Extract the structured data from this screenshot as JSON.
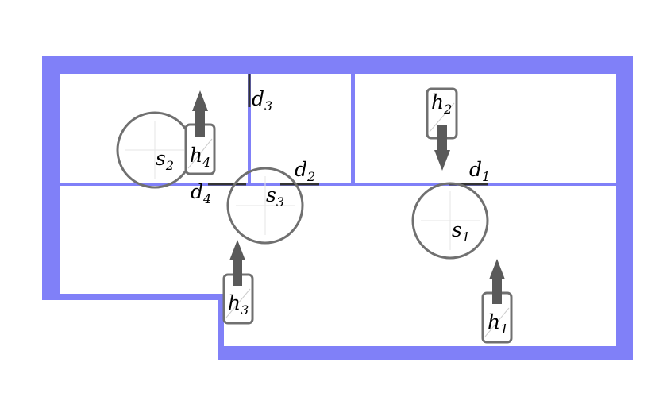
{
  "colors": {
    "wall": "#8080f8",
    "door": "#333333",
    "sensor_stroke": "#707070",
    "sensor_grid": "#e6e6e6",
    "arrow": "#5a5a5a",
    "tag_stroke": "#707070"
  },
  "humans": [
    {
      "id": "h1",
      "base": "h",
      "sub": "1",
      "direction": "up"
    },
    {
      "id": "h2",
      "base": "h",
      "sub": "2",
      "direction": "down"
    },
    {
      "id": "h3",
      "base": "h",
      "sub": "3",
      "direction": "up"
    },
    {
      "id": "h4",
      "base": "h",
      "sub": "4",
      "direction": "up"
    }
  ],
  "sensors": [
    {
      "id": "s1",
      "base": "s",
      "sub": "1"
    },
    {
      "id": "s2",
      "base": "s",
      "sub": "2"
    },
    {
      "id": "s3",
      "base": "s",
      "sub": "3"
    }
  ],
  "doors": [
    {
      "id": "d1",
      "base": "d",
      "sub": "1"
    },
    {
      "id": "d2",
      "base": "d",
      "sub": "2"
    },
    {
      "id": "d3",
      "base": "d",
      "sub": "3"
    },
    {
      "id": "d4",
      "base": "d",
      "sub": "4"
    }
  ]
}
